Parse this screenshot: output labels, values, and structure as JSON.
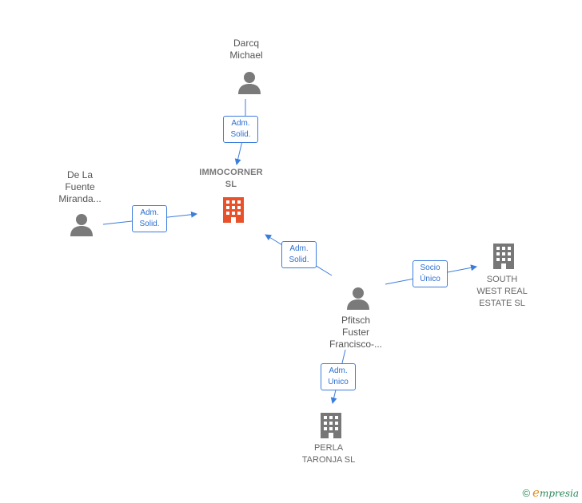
{
  "nodes": {
    "main": {
      "lines": [
        "IMMOCORNER",
        "SL"
      ],
      "kind": "company-main",
      "icon": "building-icon",
      "color": "#e8512a"
    },
    "darcq": {
      "lines": [
        "Darcq",
        "Michael"
      ],
      "kind": "person",
      "icon": "person-icon"
    },
    "delafuente": {
      "lines": [
        "De La",
        "Fuente",
        "Miranda..."
      ],
      "kind": "person",
      "icon": "person-icon"
    },
    "pfitsch": {
      "lines": [
        "Pfitsch",
        "Fuster",
        "Francisco-..."
      ],
      "kind": "person",
      "icon": "person-icon"
    },
    "southwest": {
      "lines": [
        "SOUTH",
        "WEST REAL",
        "ESTATE SL"
      ],
      "kind": "company",
      "icon": "building-icon"
    },
    "perla": {
      "lines": [
        "PERLA",
        "TARONJA SL"
      ],
      "kind": "company",
      "icon": "building-icon"
    }
  },
  "edges": [
    {
      "id": "e1",
      "from": "darcq",
      "to": "main",
      "lines": [
        "Adm.",
        "Solid."
      ]
    },
    {
      "id": "e2",
      "from": "delafuente",
      "to": "main",
      "lines": [
        "Adm.",
        "Solid."
      ]
    },
    {
      "id": "e3",
      "from": "pfitsch",
      "to": "main",
      "lines": [
        "Adm.",
        "Solid."
      ]
    },
    {
      "id": "e4",
      "from": "pfitsch",
      "to": "southwest",
      "lines": [
        "Socio",
        "Único"
      ]
    },
    {
      "id": "e5",
      "from": "pfitsch",
      "to": "perla",
      "lines": [
        "Adm.",
        "Unico"
      ]
    }
  ],
  "brand": {
    "copyright": "©",
    "initial": "e",
    "rest": "mpresia"
  },
  "colors": {
    "edge": "#3b7ddd",
    "person": "#7a7a7a",
    "company": "#777777",
    "main": "#e8512a"
  }
}
